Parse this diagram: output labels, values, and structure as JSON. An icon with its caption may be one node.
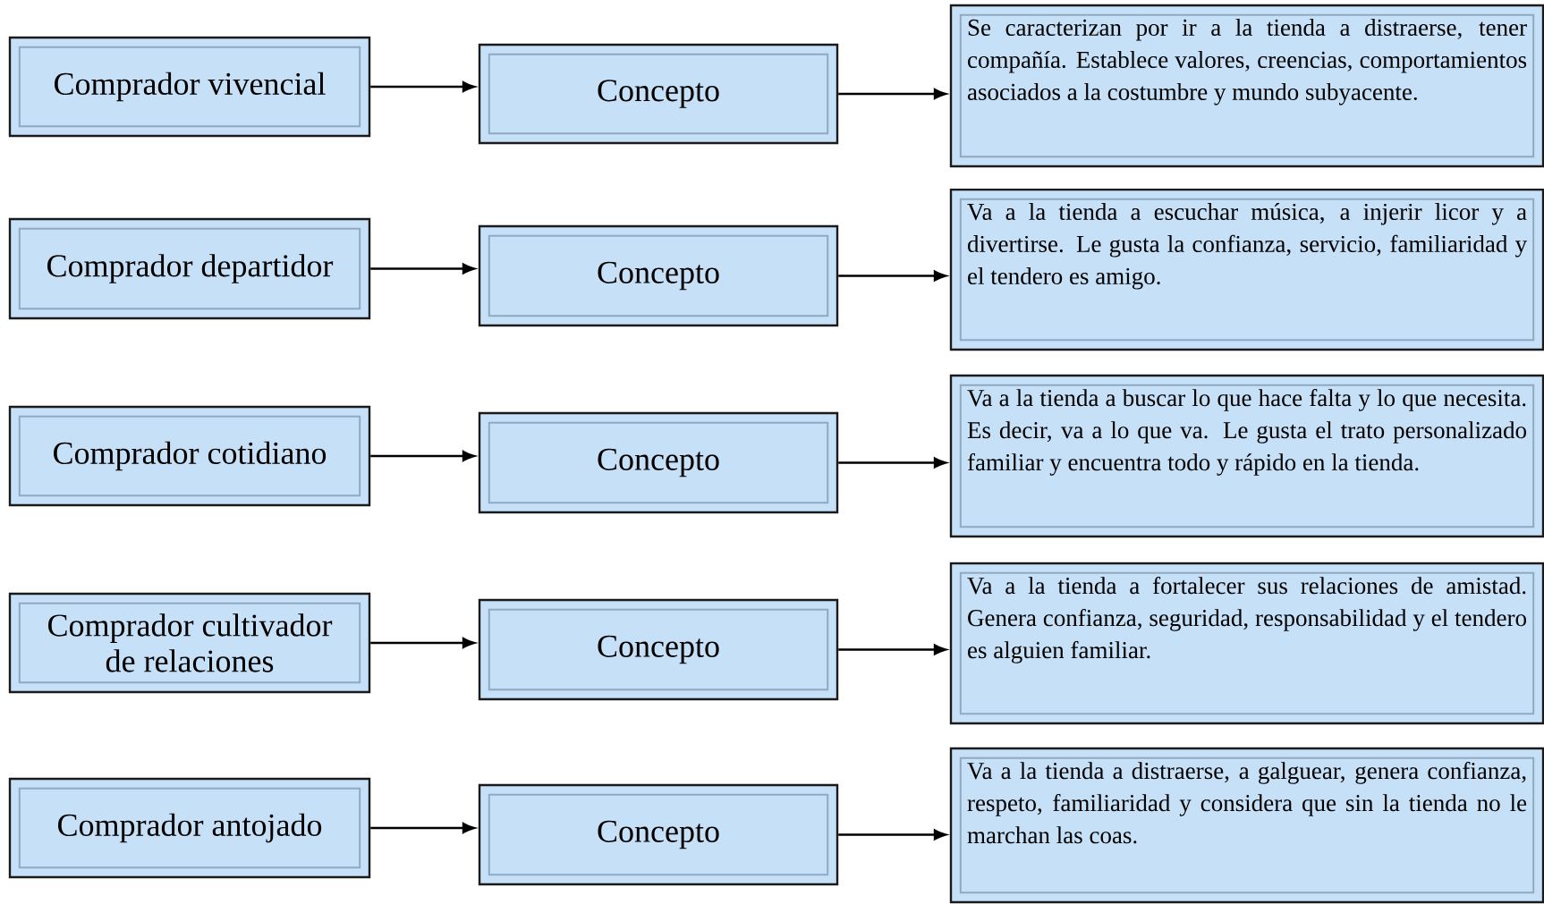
{
  "diagram": {
    "nodes": [
      {
        "text": [
          "Comprador vivencial"
        ]
      },
      {
        "text": [
          "Concepto"
        ]
      },
      {
        "text": [
          "Se caracterizan por ir a la tienda a distraerse, tener compañía. Establece valores, creencias, comportamientos asociados a la costumbre y mundo subyacente."
        ]
      },
      {
        "text": [
          "Comprador departidor"
        ]
      },
      {
        "text": [
          "Concepto"
        ]
      },
      {
        "text": [
          "Va a la tienda a escuchar música, a injerir licor y a divertirse. Le gusta la confianza, servicio, familiaridad y el tendero es amigo."
        ]
      },
      {
        "text": [
          "Comprador cotidiano"
        ]
      },
      {
        "text": [
          "Concepto"
        ]
      },
      {
        "text": [
          "Va a la tienda a buscar lo que hace falta y lo que necesita. Es decir, va a lo que va. Le gusta el trato personalizado familiar y encuentra todo y rápido en la tienda."
        ]
      },
      {
        "text": [
          "Comprador cultivador de relaciones"
        ]
      },
      {
        "text": [
          "Concepto"
        ]
      },
      {
        "text": [
          "Va a la tienda a fortalecer sus relaciones de amistad. Genera confianza, seguridad, responsabilidad y el tendero es alguien familiar."
        ]
      },
      {
        "text": [
          "Comprador antojado"
        ]
      },
      {
        "text": [
          "Concepto"
        ]
      },
      {
        "text": [
          "Va a la tienda a distraerse, a galguear, genera confianza, respeto, familiaridad y considera que sin la tienda no le marchan las coas."
        ]
      }
    ],
    "edges": [
      {
        "from": 0,
        "to": 1,
        "arrow": "to"
      },
      {
        "from": 1,
        "to": 2,
        "arrow": "to"
      },
      {
        "from": 3,
        "to": 4,
        "arrow": "to"
      },
      {
        "from": 4,
        "to": 5,
        "arrow": "to"
      },
      {
        "from": 6,
        "to": 7,
        "arrow": "to"
      },
      {
        "from": 7,
        "to": 8,
        "arrow": "to"
      },
      {
        "from": 9,
        "to": 10,
        "arrow": "to"
      },
      {
        "from": 10,
        "to": 11,
        "arrow": "to"
      },
      {
        "from": 12,
        "to": 13,
        "arrow": "to"
      },
      {
        "from": 13,
        "to": 14,
        "arrow": "to"
      }
    ]
  }
}
